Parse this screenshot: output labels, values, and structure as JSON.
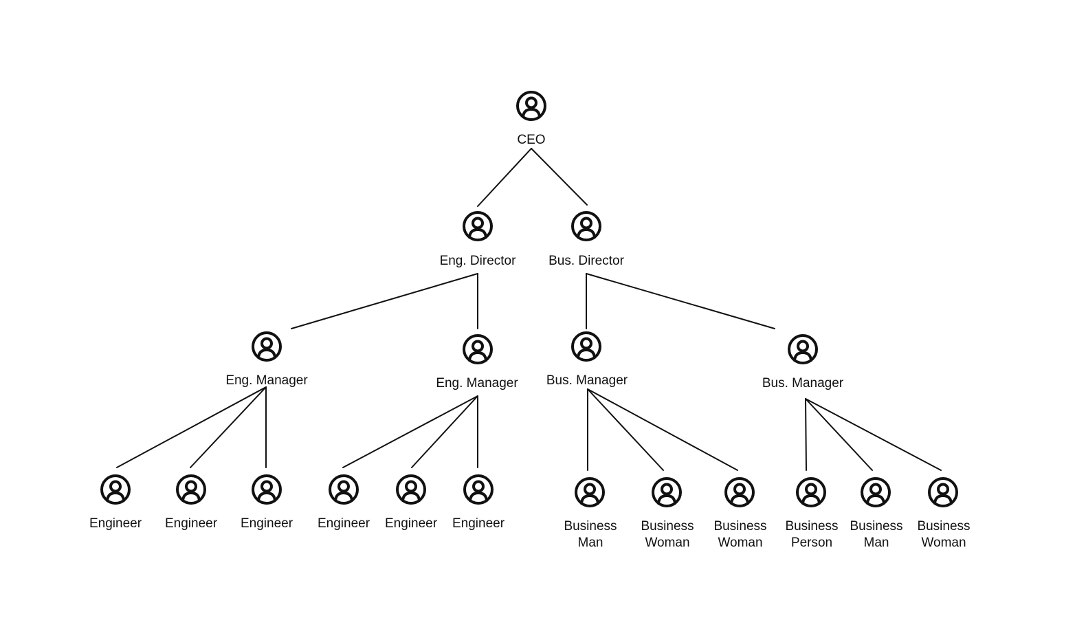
{
  "nodes": [
    {
      "id": "ceo",
      "label_lines": [
        "CEO"
      ]
    },
    {
      "id": "eng-director",
      "label_lines": [
        "Eng. Director"
      ]
    },
    {
      "id": "bus-director",
      "label_lines": [
        "Bus. Director"
      ]
    },
    {
      "id": "eng-manager-1",
      "label_lines": [
        "Eng. Manager"
      ]
    },
    {
      "id": "eng-manager-2",
      "label_lines": [
        "Eng. Manager"
      ]
    },
    {
      "id": "bus-manager-1",
      "label_lines": [
        "Bus. Manager"
      ]
    },
    {
      "id": "bus-manager-2",
      "label_lines": [
        "Bus. Manager"
      ]
    },
    {
      "id": "engineer-1",
      "label_lines": [
        "Engineer"
      ]
    },
    {
      "id": "engineer-2",
      "label_lines": [
        "Engineer"
      ]
    },
    {
      "id": "engineer-3",
      "label_lines": [
        "Engineer"
      ]
    },
    {
      "id": "engineer-4",
      "label_lines": [
        "Engineer"
      ]
    },
    {
      "id": "engineer-5",
      "label_lines": [
        "Engineer"
      ]
    },
    {
      "id": "engineer-6",
      "label_lines": [
        "Engineer"
      ]
    },
    {
      "id": "business-man-1",
      "label_lines": [
        "Business",
        "Man"
      ]
    },
    {
      "id": "business-woman-1",
      "label_lines": [
        "Business",
        "Woman"
      ]
    },
    {
      "id": "business-woman-2",
      "label_lines": [
        "Business",
        "Woman"
      ]
    },
    {
      "id": "business-person-1",
      "label_lines": [
        "Business",
        "Person"
      ]
    },
    {
      "id": "business-man-2",
      "label_lines": [
        "Business",
        "Man"
      ]
    },
    {
      "id": "business-woman-3",
      "label_lines": [
        "Business",
        "Woman"
      ]
    }
  ],
  "edges": [
    [
      "ceo",
      "eng-director"
    ],
    [
      "ceo",
      "bus-director"
    ],
    [
      "eng-director",
      "eng-manager-1"
    ],
    [
      "eng-director",
      "eng-manager-2"
    ],
    [
      "bus-director",
      "bus-manager-1"
    ],
    [
      "bus-director",
      "bus-manager-2"
    ],
    [
      "eng-manager-1",
      "engineer-1"
    ],
    [
      "eng-manager-1",
      "engineer-2"
    ],
    [
      "eng-manager-1",
      "engineer-3"
    ],
    [
      "eng-manager-2",
      "engineer-4"
    ],
    [
      "eng-manager-2",
      "engineer-5"
    ],
    [
      "eng-manager-2",
      "engineer-6"
    ],
    [
      "bus-manager-1",
      "business-man-1"
    ],
    [
      "bus-manager-1",
      "business-woman-1"
    ],
    [
      "bus-manager-1",
      "business-woman-2"
    ],
    [
      "bus-manager-2",
      "business-person-1"
    ],
    [
      "bus-manager-2",
      "business-man-2"
    ],
    [
      "bus-manager-2",
      "business-woman-3"
    ]
  ],
  "icon": "person-circle-icon",
  "colors": {
    "stroke": "#111111",
    "background": "#ffffff"
  }
}
